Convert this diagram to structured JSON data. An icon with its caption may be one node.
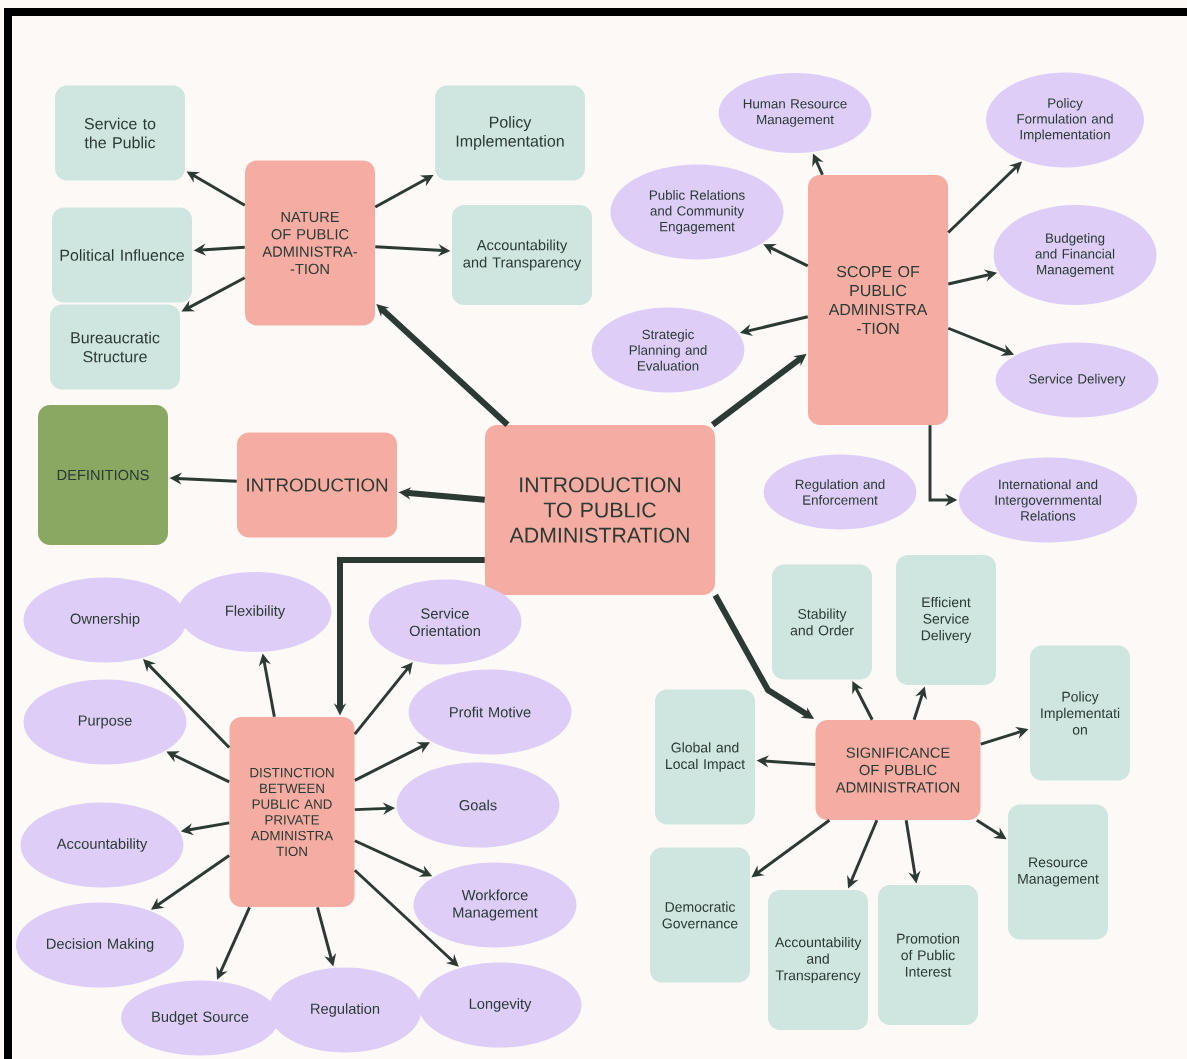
{
  "diagram": {
    "nodes": [
      {
        "text": [
          "INTRODUCTION TO PUBLIC ADMINISTRATION"
        ]
      },
      {
        "text": [
          "INTRODUCTION"
        ]
      },
      {
        "text": [
          "DEFINITIONS"
        ]
      },
      {
        "text": [
          "NATURE OF PUBLIC ADMINISTRA- -TION"
        ]
      },
      {
        "text": [
          "Service to the Public"
        ]
      },
      {
        "text": [
          "Policy Implementation"
        ]
      },
      {
        "text": [
          "Political Influence"
        ]
      },
      {
        "text": [
          "Accountability and Transparency"
        ]
      },
      {
        "text": [
          "Bureaucratic Structure"
        ]
      },
      {
        "text": [
          "SCOPE OF PUBLIC ADMINISTRA -TION"
        ]
      },
      {
        "text": [
          "Human Resource Management"
        ]
      },
      {
        "text": [
          "Policy Formulation and Implementation"
        ]
      },
      {
        "text": [
          "Public Relations and Community Engagement"
        ]
      },
      {
        "text": [
          "Budgeting and Financial Management"
        ]
      },
      {
        "text": [
          "Strategic Planning and Evaluation"
        ]
      },
      {
        "text": [
          "Service Delivery"
        ]
      },
      {
        "text": [
          "Regulation and Enforcement"
        ]
      },
      {
        "text": [
          "International and Intergovernmental Relations"
        ]
      },
      {
        "text": [
          "DISTINCTION BETWEEN PUBLIC AND PRIVATE ADMINISTRA TION"
        ]
      },
      {
        "text": [
          "Ownership"
        ]
      },
      {
        "text": [
          "Flexibility"
        ]
      },
      {
        "text": [
          "Service Orientation"
        ]
      },
      {
        "text": [
          "Purpose"
        ]
      },
      {
        "text": [
          "Profit Motive"
        ]
      },
      {
        "text": [
          "Goals"
        ]
      },
      {
        "text": [
          "Accountability"
        ]
      },
      {
        "text": [
          "Workforce Management"
        ]
      },
      {
        "text": [
          "Decision Making"
        ]
      },
      {
        "text": [
          "Budget Source"
        ]
      },
      {
        "text": [
          "Regulation"
        ]
      },
      {
        "text": [
          "Longevity"
        ]
      },
      {
        "text": [
          "SIGNIFICANCE OF PUBLIC ADMINISTRATION"
        ]
      },
      {
        "text": [
          "Stability and Order"
        ]
      },
      {
        "text": [
          "Efficient Service Delivery"
        ]
      },
      {
        "text": [
          "Policy Implementati on"
        ]
      },
      {
        "text": [
          "Global and Local Impact"
        ]
      },
      {
        "text": [
          "Resource Management"
        ]
      },
      {
        "text": [
          "Democratic Governance"
        ]
      },
      {
        "text": [
          "Accountability and Transparency"
        ]
      },
      {
        "text": [
          "Promotion of Public Interest"
        ]
      }
    ],
    "edges": [
      {
        "from": 0,
        "to": 1,
        "arrow": "to",
        "style": "thick"
      },
      {
        "from": 0,
        "to": 3,
        "arrow": "to",
        "style": "thick"
      },
      {
        "from": 0,
        "to": 18,
        "arrow": "to",
        "style": "thick"
      },
      {
        "from": 0,
        "to": 9,
        "arrow": "to",
        "style": "thick"
      },
      {
        "from": 0,
        "to": 31,
        "arrow": "to",
        "style": "thick"
      },
      {
        "from": 1,
        "to": 2,
        "arrow": "to"
      },
      {
        "from": 3,
        "to": 4,
        "arrow": "to"
      },
      {
        "from": 3,
        "to": 5,
        "arrow": "to"
      },
      {
        "from": 3,
        "to": 6,
        "arrow": "to"
      },
      {
        "from": 3,
        "to": 7,
        "arrow": "to"
      },
      {
        "from": 3,
        "to": 8,
        "arrow": "to"
      },
      {
        "from": 9,
        "to": 10,
        "arrow": "to"
      },
      {
        "from": 9,
        "to": 11,
        "arrow": "to"
      },
      {
        "from": 9,
        "to": 12,
        "arrow": "to"
      },
      {
        "from": 9,
        "to": 13,
        "arrow": "to"
      },
      {
        "from": 9,
        "to": 14,
        "arrow": "to"
      },
      {
        "from": 9,
        "to": 15,
        "arrow": "to"
      },
      {
        "from": 9,
        "to": 17,
        "arrow": "to"
      },
      {
        "from": 18,
        "to": 19,
        "arrow": "to"
      },
      {
        "from": 18,
        "to": 20,
        "arrow": "to"
      },
      {
        "from": 18,
        "to": 21,
        "arrow": "to"
      },
      {
        "from": 18,
        "to": 22,
        "arrow": "to"
      },
      {
        "from": 18,
        "to": 23,
        "arrow": "to"
      },
      {
        "from": 18,
        "to": 24,
        "arrow": "to"
      },
      {
        "from": 18,
        "to": 25,
        "arrow": "to"
      },
      {
        "from": 18,
        "to": 26,
        "arrow": "to"
      },
      {
        "from": 18,
        "to": 27,
        "arrow": "to"
      },
      {
        "from": 18,
        "to": 28,
        "arrow": "to"
      },
      {
        "from": 18,
        "to": 29,
        "arrow": "to"
      },
      {
        "from": 18,
        "to": 30,
        "arrow": "to"
      },
      {
        "from": 31,
        "to": 32,
        "arrow": "to"
      },
      {
        "from": 31,
        "to": 33,
        "arrow": "to"
      },
      {
        "from": 31,
        "to": 34,
        "arrow": "to"
      },
      {
        "from": 31,
        "to": 35,
        "arrow": "to"
      },
      {
        "from": 31,
        "to": 36,
        "arrow": "to"
      },
      {
        "from": 31,
        "to": 37,
        "arrow": "to"
      },
      {
        "from": 31,
        "to": 38,
        "arrow": "to"
      },
      {
        "from": 31,
        "to": 39,
        "arrow": "to"
      }
    ]
  }
}
